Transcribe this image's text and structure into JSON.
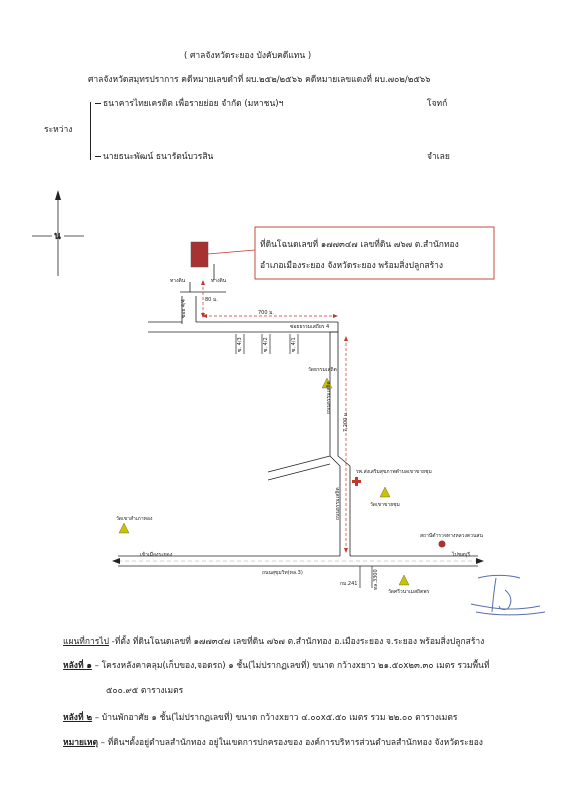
{
  "header": {
    "court_line": "( ศาลจังหวัดระยอง บังคับคดีแทน )",
    "case_line": "ศาลจังหวัดสมุทรปราการ คดีหมายเลขดำที่ ผบ.๒๕๒/๒๕๖๖ คดีหมายเลขแดงที่ ผบ.๗๐๒/๒๕๖๖",
    "between_label": "ระหว่าง",
    "plaintiff_name": "ธนาคารไทยเครดิต เพื่อรายย่อย จำกัด (มหาชน)ฯ",
    "plaintiff_role": "โจทก์",
    "defendant_name": "นายธนะพัฒน์ ธนารัตน์บวรสิน",
    "defendant_role": "จำเลย"
  },
  "north_label": "น",
  "property_box": {
    "line1": "ที่ดินโฉนดเลขที่ ๑๗๗๓๔๗ เลขที่ดิน ๗๖๗ ต.สำนักทอง",
    "line2": "อำเภอเมืองระยอง จังหวัดระยอง พร้อมสิ่งปลูกสร้าง"
  },
  "map_labels": {
    "path1": "ทางดิน",
    "path2": "ทางดิน",
    "dist_80": "80 ม.",
    "dist_700": "700 ม.",
    "dist_7200": "7,200 ม.",
    "soi_4_4": "ซอย 4/4",
    "soi_4": "ซอยธรรมเสถียร 4",
    "soi_4_3": "ซ. 4/3",
    "soi_4_2": "ซ. 4/2",
    "soi_4_1": "ซ. 4/1",
    "wat_thammasathit": "วัดธรรมเสถิต",
    "road_thammasathit_1": "ถนนธรรมเสถิต",
    "road_thammasathit_2": "ถนนธรรมเสถิต",
    "hospital": "รพ.ส่งเสริมสุขภาพตำบลเขาขายชุม",
    "wat_khao_khai_chum": "วัดเขาขายชุม",
    "police_station": "สถานีตำรวจทางหลวงตวนสน",
    "wat_khao_sam_thong": "วัดเขาสำเภาทอง",
    "to_rayong": "เข้าเมืองระยอง",
    "sukhumvit": "ถนนสุขุมวิท(ทล.3)",
    "to_chonburi": "ไปชลบุรี",
    "km_241": "กม.241",
    "km_3300": "ทล.3300",
    "wat_siwa": "วัดศรีวนาเมสถิตพร"
  },
  "signature_text": "",
  "notes": {
    "route_label": "แผนที่การไป",
    "route_text": "-ที่ตั้ง ที่ดินโฉนดเลขที่ ๑๗๗๓๔๗ เลขที่ดิน ๗๖๗ ต.สำนักทอง อ.เมืองระยอง จ.ระยอง พร้อมสิ่งปลูกสร้าง",
    "house1_label": "หลังที่ ๑",
    "house1_text": "– โครงหลังคาคลุม(เก็บของ,จอดรถ) ๑ ชั้น(ไม่ปรากฏเลขที่) ขนาด กว้างxยาว ๒๑.๕๐x๒๓.๓๐ เมตร รวมพื้นที่",
    "house1_area": "๕๐๐.๙๕ ตารางเมตร",
    "house2_label": "หลังที่ ๒",
    "house2_text": "– บ้านพักอาศัย ๑ ชั้น(ไม่ปรากฏเลขที่) ขนาด กว้างxยาว ๔.๐๐x๕.๕๐ เมตร รวม ๒๒.๐๐ ตารางเมตร",
    "remark_label": "หมายเหตุ",
    "remark_text": "– ที่ดินฯตั้งอยู่ตำบลสำนักทอง อยู่ในเขตการปกครองของ องค์การบริหารส่วนตำบลสำนักทอง จังหวัดระยอง"
  },
  "colors": {
    "ink": "#222222",
    "red_line": "#c0392b",
    "property_fill": "#a83232",
    "temple_fill": "#c9c200",
    "signature": "#5a6fb0"
  }
}
